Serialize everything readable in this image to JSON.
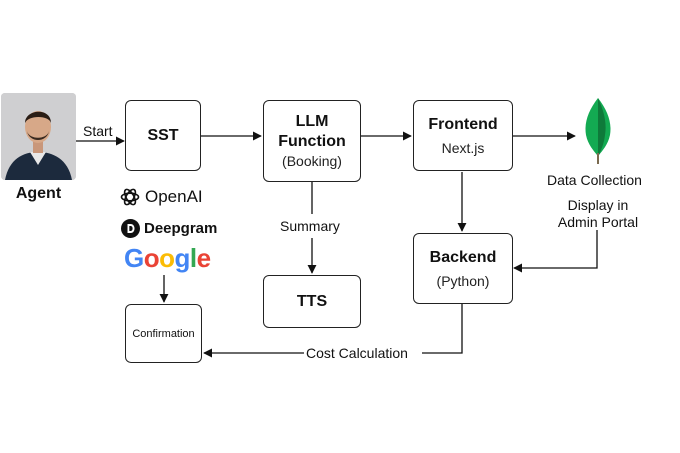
{
  "agent": {
    "label": "Agent"
  },
  "edges": {
    "start": "Start",
    "summary": "Summary",
    "cost": "Cost Calculation"
  },
  "nodes": {
    "sst": {
      "title": "SST"
    },
    "llm": {
      "title_line1": "LLM",
      "title_line2": "Function",
      "subtitle": "(Booking)"
    },
    "frontend": {
      "title": "Frontend",
      "subtitle": "Next.js"
    },
    "backend": {
      "title": "Backend",
      "subtitle": "(Python)"
    },
    "tts": {
      "title": "TTS"
    },
    "confirmation": {
      "title": "Confirmation"
    }
  },
  "providers": {
    "openai": "OpenAI",
    "deepgram": "Deepgram",
    "google": "Google"
  },
  "database": {
    "label": "Data Collection",
    "admin_line1": "Display in",
    "admin_line2": "Admin Portal"
  },
  "colors": {
    "google_blue": "#4285F4",
    "google_red": "#EA4335",
    "google_yellow": "#FBBC05",
    "google_green": "#34A853",
    "mongo_green": "#13AA52",
    "mongo_dark": "#0E7A3A"
  }
}
